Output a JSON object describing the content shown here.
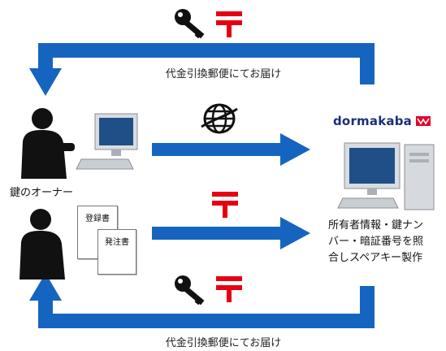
{
  "top_caption": "代金引換郵便にてお届け",
  "bottom_caption": "代金引換郵便にてお届け",
  "owner_label": "鍵のオーナー",
  "brand_name": "dormakaba",
  "brand_color": "#1c2f7a",
  "brand_accent": "#e4032e",
  "flow_color": "#1565c0",
  "postal_color": "#e60012",
  "documents": [
    "登録書",
    "発注書"
  ],
  "production_note": "所有者情報・鍵ナン\nバー・暗証番号を照\n合しスペアキー製作",
  "icons": {
    "key": "key-icon",
    "postal": "postal-mark-icon",
    "web": "globe-icon",
    "computer": "computer-icon",
    "person": "person-icon"
  }
}
